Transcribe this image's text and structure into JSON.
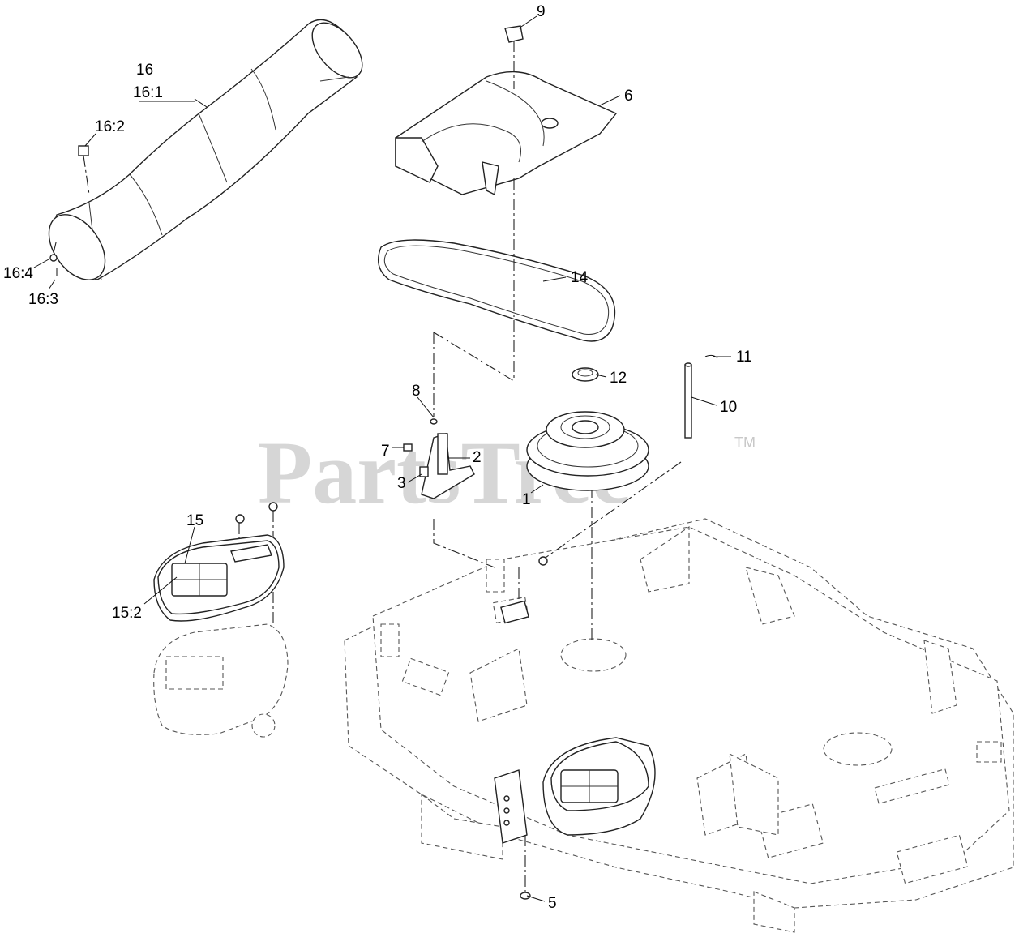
{
  "watermark": {
    "text": "PartsTree",
    "trademark": "TM"
  },
  "callouts": {
    "c1": "1",
    "c2": "2",
    "c3": "3",
    "c5": "5",
    "c6": "6",
    "c7": "7",
    "c8": "8",
    "c9": "9",
    "c10": "10",
    "c11": "11",
    "c12": "12",
    "c14": "14",
    "c15": "15",
    "c15_2": "15:2",
    "c16": "16",
    "c16_1": "16:1",
    "c16_2": "16:2",
    "c16_3": "16:3",
    "c16_4": "16:4"
  }
}
